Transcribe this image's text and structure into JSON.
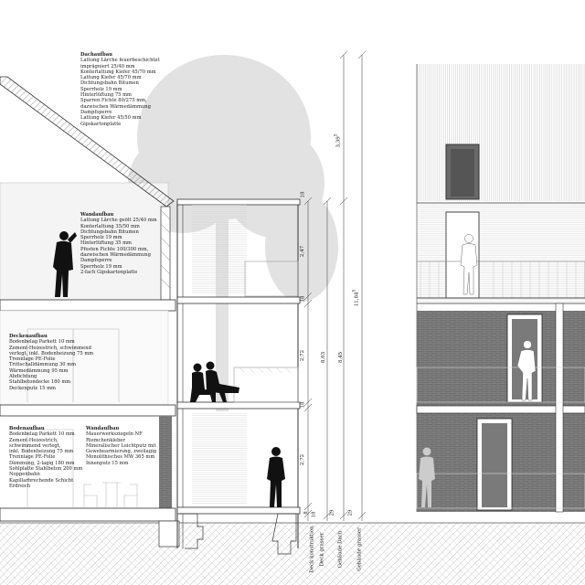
{
  "notes": {
    "dachaufbau": {
      "title": "Dachaufbau",
      "lines": [
        "Lattung Lärche feuerbeschichtet",
        "imprägniert 25/40 mm",
        "Konterlattung Kiefer 45/70 mm",
        "Lattung Kiefer 45/70 mm",
        "Dichtungsbahn Bitumen",
        "Sperrholz 19 mm",
        "Hinterlüftung 75 mm",
        "Sparren Fichte 80/275 mm,",
        "dazwischen Wärmedämmung",
        "Dampfsperre",
        "Lattung Kiefer 45/50 mm",
        "Gipskartonplatte"
      ]
    },
    "wandaufbau_oben": {
      "title": "Wandaufbau",
      "lines": [
        "Lattung Lärche geölt 25/40 mm",
        "Konterlattung 35/50 mm",
        "Dichtungsbahn Bitumen",
        "Sperrholz 19 mm",
        "Hinterlüftung 35 mm",
        "Pfosten Fichte 100/300 mm,",
        "dazwischen Wärmedämmung",
        "Dampfsperre",
        "Sperrholz 19 mm",
        "2-fach Gipskartonplatte"
      ]
    },
    "deckenaufbau": {
      "title": "Deckenaufbau",
      "lines": [
        "Bodenbelag Parkett 10 mm",
        "Zement-Heizestrich, schwimmend",
        "verlegt, inkl. Bodenheizung 75 mm",
        "Trennlage PE-Folie",
        "Trittschalldämmung 30 mm",
        "Wärmedämmung 95 mm",
        "Abdichtung",
        "Stahlbetondecke 180 mm",
        "Deckenputz 15 mm"
      ]
    },
    "bodenaufbau": {
      "title": "Bodenaufbau",
      "lines": [
        "Bodenbelag Parkett 10 mm",
        "Zement-Heizestrich,",
        "schwimmend verlegt,",
        "inkl. Bodenheizung 75 mm",
        "Trennlage PE-Folie",
        "Dämmung, 2-lagig 180 mm",
        "Sohlplatte Stahlbeton 200 mm",
        "Noppenbahn",
        "Kapillarbrechende Schicht",
        "Erdreich"
      ]
    },
    "wandaufbau_unten": {
      "title": "Wandaufbau",
      "lines": [
        "Mauerwerksziegeln NF",
        "Riemchenkleber",
        "Mineralischer Leichtputz mit",
        "Gewebearmierung, zweilagig",
        "Monolithisches MW 365 mm",
        "Innenputz 15 mm"
      ]
    }
  },
  "dimensions": {
    "top": "3,39",
    "eg": "2,72",
    "og1": "2,72",
    "og2": "2,47",
    "slab1": "18",
    "slab2": "18",
    "slab3": "18",
    "base_a": "8",
    "base_b": "18",
    "base_c": "29",
    "base_d": "29",
    "story_a": "8,63",
    "story_b": "8,45",
    "total": "11,84"
  },
  "dim_notes": {
    "ok_deck": "5",
    "total_sup": "5"
  },
  "bottom_labels": [
    "Deck konstruktion",
    "Deck grasser",
    "Gebäude Dach",
    "Gebäude grasser"
  ],
  "colors": {
    "brick": "#6f6f6f",
    "tree": "#d9d9d9",
    "line": "#333333",
    "ground_hatch": "#9a9a9a",
    "silhouette": "#111111"
  }
}
